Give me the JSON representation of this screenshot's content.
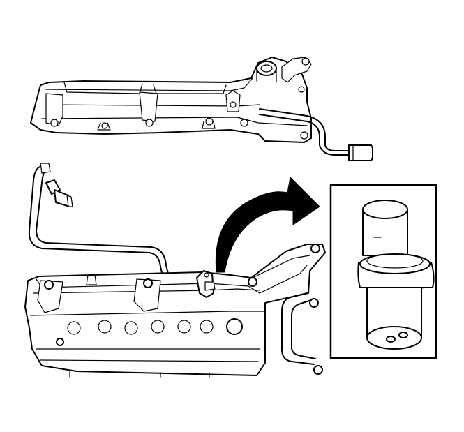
{
  "figure": {
    "views": [
      "top-cover-view",
      "bottom-cover-view",
      "detail-inset"
    ],
    "icons": [
      "valve-cover-icon",
      "vent-hose-icon",
      "connector-plug-icon",
      "callout-arrow-icon"
    ],
    "colors": {
      "line": "#000000",
      "background": "#ffffff"
    }
  }
}
